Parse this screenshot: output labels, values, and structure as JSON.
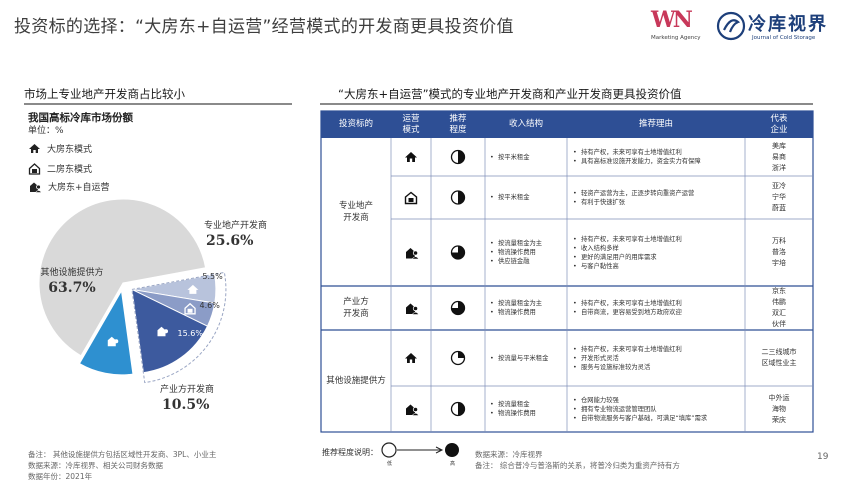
{
  "header": {
    "title": "投资标的选择：“大房东+自运营”经营模式的开发商更具投资价值",
    "logo_wn_mark": "WN",
    "logo_wn_text": "Marketing Agency",
    "logo_cold_cn": "冷库视界",
    "logo_cold_en": "Journal of Cold Storage"
  },
  "left": {
    "section_title": "市场上专业地产开发商占比较小",
    "chart_title": "我国高标冷库市场份额",
    "unit": "单位：%",
    "legend": [
      {
        "label": "大房东模式",
        "icon": "house-icon"
      },
      {
        "label": "二房东模式",
        "icon": "house-outline-icon"
      },
      {
        "label": "大房东+自运营",
        "icon": "landlord-person-icon"
      }
    ],
    "notes": [
      "备注：     其他设施提供方包括区域性开发商、3PL、小业主",
      "数据来源：冷库视界、相关公司财务数据",
      "数据年份：2021年"
    ]
  },
  "chart_data": {
    "type": "pie",
    "title": "我国高标冷库市场份额",
    "unit": "%",
    "slices": [
      {
        "label": "其他设施提供方",
        "value": 63.7,
        "color": "#d9d9d9"
      },
      {
        "label": "专业地产开发商 · 大房东模式",
        "value": 5.5,
        "color": "#b8c3dc"
      },
      {
        "label": "专业地产开发商 · 二房东模式",
        "value": 4.6,
        "color": "#8b9cc7"
      },
      {
        "label": "专业地产开发商 · 大房东+自运营",
        "value": 15.6,
        "color": "#3d5a9e"
      },
      {
        "label": "产业方开发商",
        "value": 10.5,
        "color": "#2e90d0"
      }
    ],
    "group_labels": [
      {
        "label": "专业地产开发商",
        "value": "25.6%"
      },
      {
        "label": "其他设施提供方",
        "value": "63.7%"
      },
      {
        "label": "产业方开发商",
        "value": "10.5%"
      }
    ],
    "slice_value_labels": [
      "5.5%",
      "4.6%",
      "15.6%"
    ]
  },
  "right": {
    "section_title": "“大房东+自运营”模式的专业地产开发商和产业开发商更具投资价值",
    "headers": [
      "投资标的",
      "运营\n模式",
      "推荐\n程度",
      "收入结构",
      "推荐理由",
      "代表\n企业"
    ],
    "rows": [
      {
        "group": "专业地产\n开发商",
        "icon": "house-icon",
        "rec": 0.5,
        "income": [
          "按平米租金"
        ],
        "reasons": [
          "持有产权，未来可享有土地增值红利",
          "具有高标准设施开发能力，资金实力有保障"
        ],
        "enterprises": "美库\n易商\n浙洋"
      },
      {
        "group": "",
        "icon": "house-outline-icon",
        "rec": 0.5,
        "income": [
          "按平米租金"
        ],
        "reasons": [
          "轻资产运营为主，正逐步转向重资产运营",
          "有利于快速扩张"
        ],
        "enterprises": "亚冷\n宁华\n蔚蓝"
      },
      {
        "group": "",
        "icon": "landlord-person-icon",
        "rec": 0.75,
        "income": [
          "按流量租金为主",
          "物流操作费用",
          "供应链金融"
        ],
        "reasons": [
          "持有产权，未来可享有土地增值红利",
          "收入结构多样",
          "更好的满足用户的用库需求",
          "与客户黏性高"
        ],
        "enterprises": "万科\n普洛\n宇培"
      },
      {
        "group": "产业方\n开发商",
        "icon": "landlord-person-icon",
        "rec": 0.75,
        "income": [
          "按流量租金为主",
          "物流操作费用"
        ],
        "reasons": [
          "持有产权，未来可享有土地增值红利",
          "自带商流，更容易受到地方政府欢迎"
        ],
        "enterprises": "京东\n伟鹏\n双汇\n伙伴"
      },
      {
        "group": "其他设施提供方",
        "icon": "house-icon",
        "rec": 0.25,
        "income": [
          "按流量与平米租金"
        ],
        "reasons": [
          "持有产权，未来可享有土地增值红利",
          "开发形式灵活",
          "服务与设施标准较为灵活"
        ],
        "enterprises": "二三线城市\n区域性业主"
      },
      {
        "group": "",
        "icon": "landlord-person-icon",
        "rec": 0.5,
        "income": [
          "按流量租金",
          "物流操作费用"
        ],
        "reasons": [
          "仓网能力较强",
          "拥有专业物流运营管理团队",
          "自带物流服务与客户基础，可满足“填库”需求"
        ],
        "enterprises": "中外运\n海物\n荣庆"
      }
    ],
    "rec_legend": {
      "label": "推荐程度说明：",
      "low": "低",
      "high": "高"
    },
    "sources": [
      "数据来源：冷库视界",
      "备注：  综合普冷与普洛斯的关系，将普冷归类为重资产持有方"
    ]
  },
  "page_number": "19"
}
